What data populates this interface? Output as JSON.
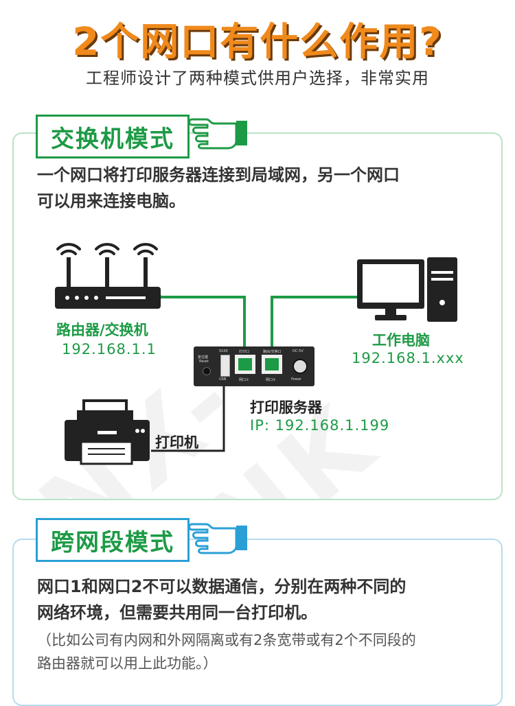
{
  "header": {
    "title": "2个网口有什么作用?",
    "subtitle": "工程师设计了两种模式供用户选择，非常实用"
  },
  "watermark": "NX-LINK",
  "switch_mode": {
    "tag": "交换机模式",
    "description_line1": "一个网口将打印服务器连接到局域网，另一个网口",
    "description_line2": "可以用来连接电脑。",
    "router_label": "路由器/交换机",
    "router_ip": "192.168.1.1",
    "pc_label": "工作电脑",
    "pc_ip": "192.168.1.xxx",
    "server_label": "打印服务器",
    "server_ip": "IP: 192.168.1.199",
    "printer_label": "打印机",
    "device_text": {
      "reset_top": "复位键",
      "reset": "Reset",
      "s100": "S100",
      "usb": "USB",
      "lan1_top": "打印口",
      "lan2_top": "路由/交换口",
      "lan1": "网口①",
      "lan2": "网口②",
      "dc": "DC-5V",
      "power": "Power"
    },
    "line_color": "#1d9a45"
  },
  "cross_mode": {
    "tag": "跨网段模式",
    "description_line1": "网口1和网口2不可以数据通信，分别在两种不同的",
    "description_line2": "网络环境，但需要共用同一台打印机。",
    "note_line1": "（比如公司有内网和外网隔离或有2条宽带或有2个不同段的",
    "note_line2": "路由器就可以用上此功能。）"
  },
  "colors": {
    "accent_orange": "#f08a1c",
    "accent_green": "#1d9a45",
    "accent_blue": "#2a9fd6"
  }
}
